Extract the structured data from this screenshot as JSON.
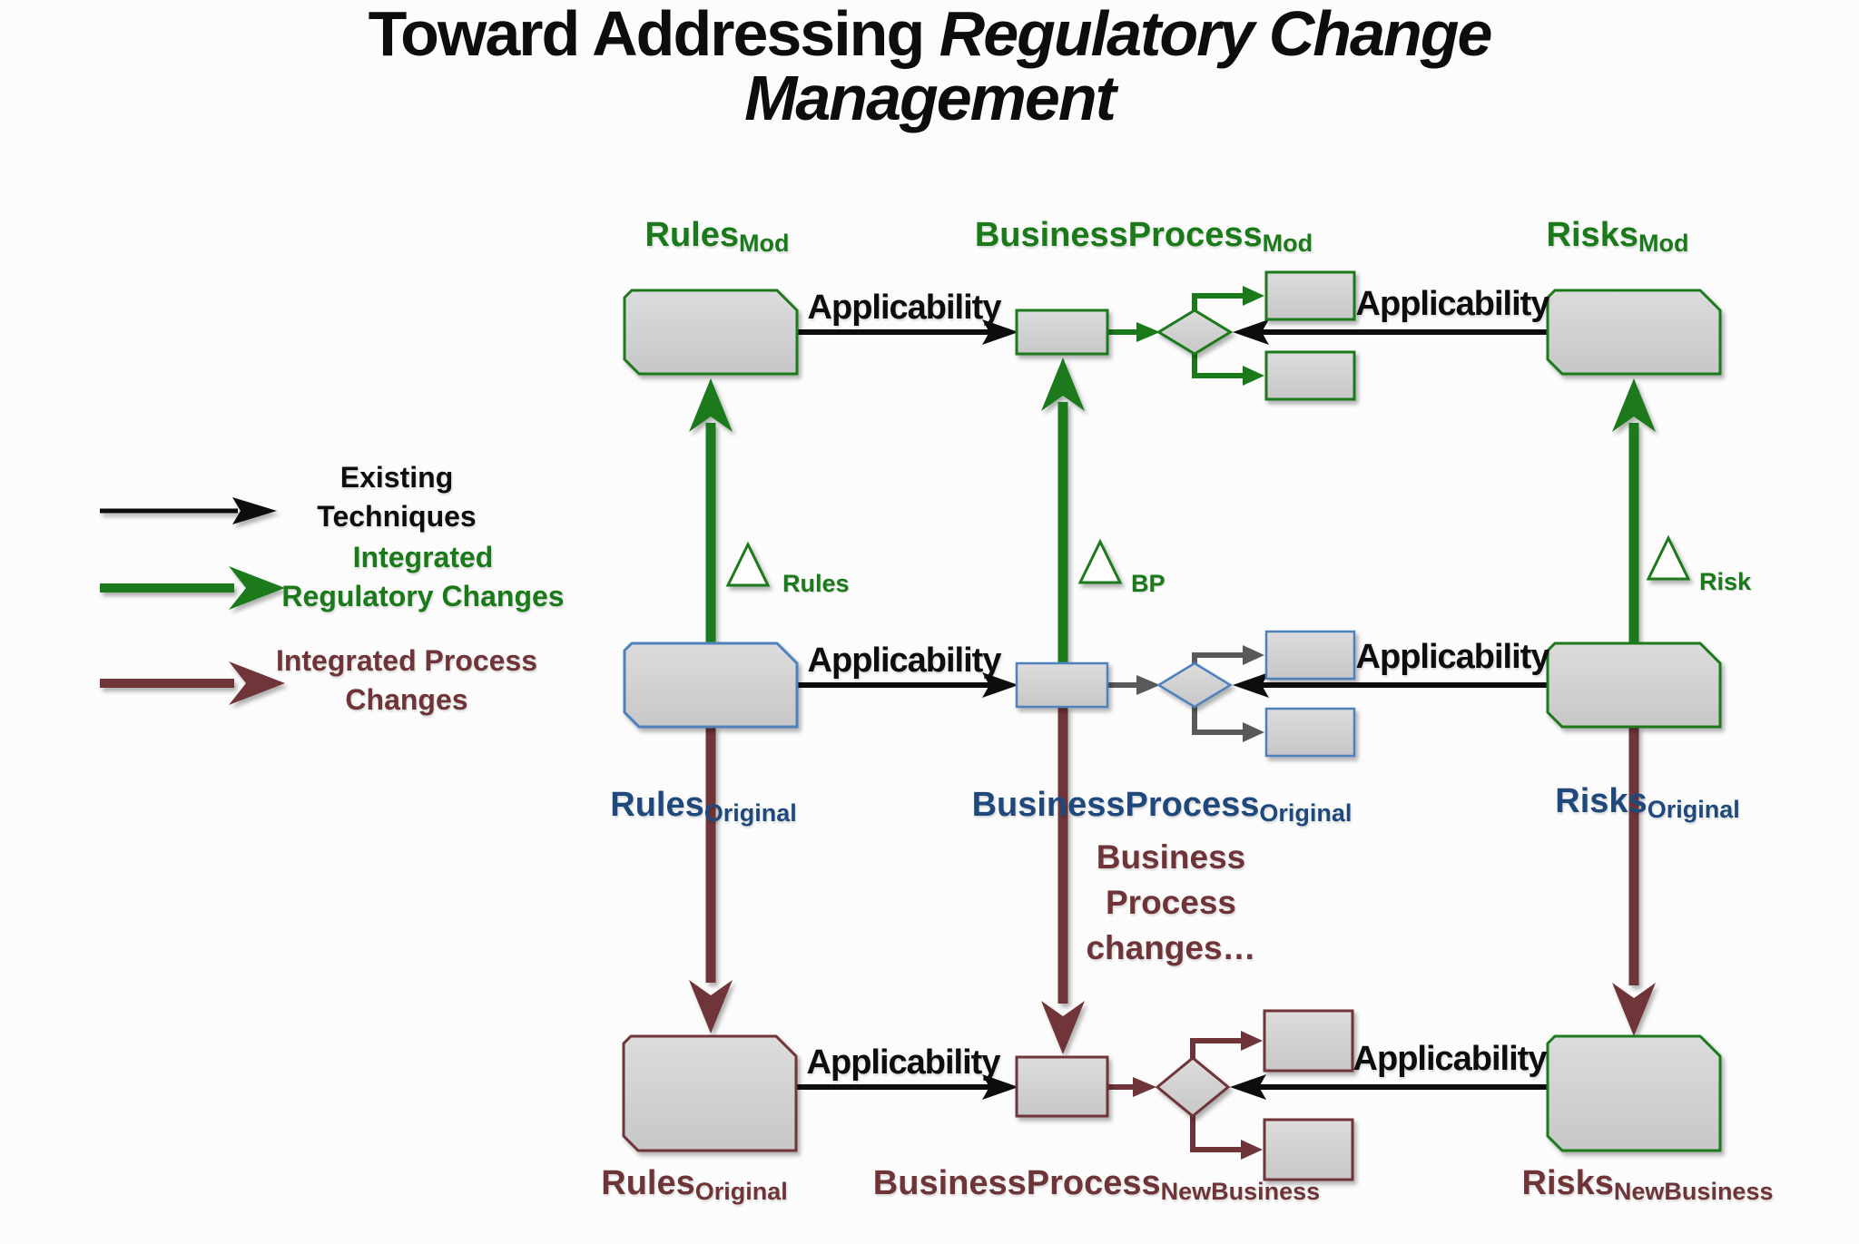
{
  "title": {
    "prefix": "Toward Addressing",
    "emphasis_line1": "Regulatory Change",
    "emphasis_line2": "Management"
  },
  "legend": {
    "items": [
      {
        "line1": "Existing",
        "line2": "Techniques"
      },
      {
        "line1": "Integrated",
        "line2": "Regulatory Changes"
      },
      {
        "line1": "Integrated Process",
        "line2": "Changes"
      }
    ]
  },
  "nodes": {
    "rules_mod": {
      "base": "Rules",
      "sub": "Mod"
    },
    "bp_mod": {
      "base": "BusinessProcess",
      "sub": "Mod"
    },
    "risks_mod": {
      "base": "Risks",
      "sub": "Mod"
    },
    "rules_original": {
      "base": "Rules",
      "sub": "Original"
    },
    "bp_original": {
      "base": "BusinessProcess",
      "sub": "Original"
    },
    "risks_original": {
      "base": "Risks",
      "sub": "Original"
    },
    "rules_original_bottom": {
      "base": "Rules",
      "sub": "Original"
    },
    "bp_newbusiness": {
      "base": "BusinessProcess",
      "sub": "NewBusiness"
    },
    "risks_newbusiness": {
      "base": "Risks",
      "sub": "NewBusiness"
    }
  },
  "edges": {
    "applicability": "Applicability"
  },
  "deltas": {
    "rules": "Rules",
    "bp": "BP",
    "risk": "Risk"
  },
  "annotation": {
    "line1": "Business",
    "line2": "Process",
    "line3": "changes…"
  },
  "colors": {
    "green": "#1a7a1a",
    "dark_red": "#6f3438",
    "steel_blue": "#4f81bd",
    "dark_blue": "#1f497d",
    "connector_gray": "#595959",
    "shape_fill_light": "#dcdcdc",
    "shape_fill_dark": "#c7c7c7",
    "text_black": "#0d0d0d"
  }
}
